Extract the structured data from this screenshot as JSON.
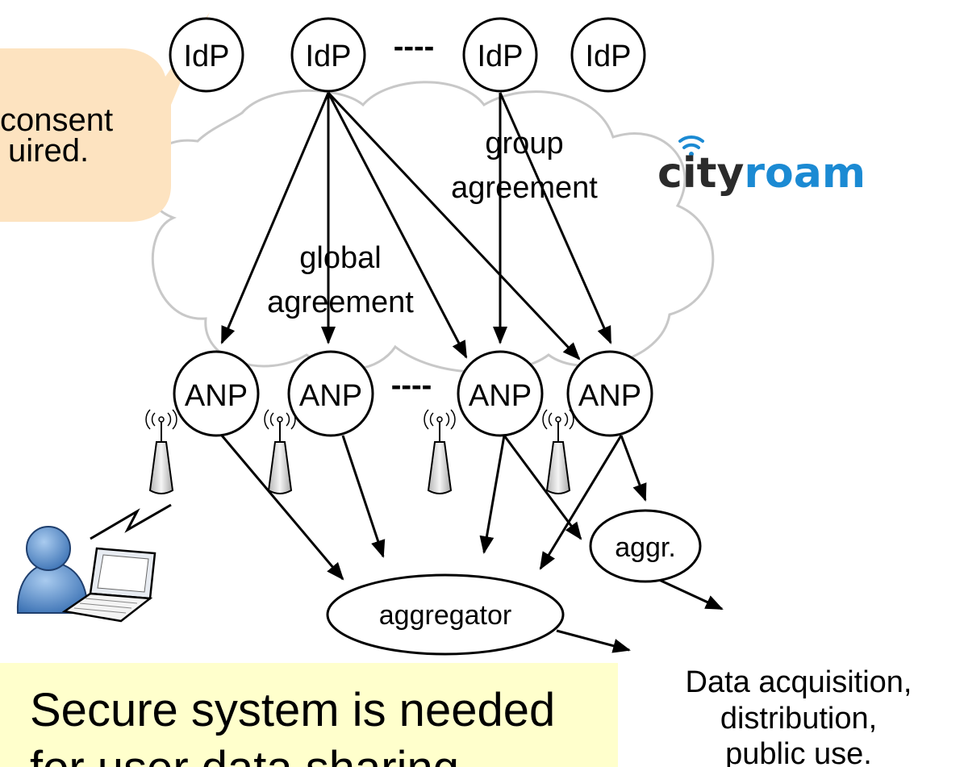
{
  "callout": {
    "lines": [
      "consent",
      "uired."
    ],
    "fill": "#fde3c0"
  },
  "note": {
    "lines": [
      "Secure system is needed",
      "for user data sharing"
    ],
    "fill": "#ffffcc"
  },
  "logo": {
    "part1": "city",
    "part2": "roam",
    "accent": "#1b8ad3"
  },
  "idps": [
    "IdP",
    "IdP",
    "IdP",
    "IdP"
  ],
  "anps": [
    "ANP",
    "ANP",
    "ANP",
    "ANP"
  ],
  "ellipsis": "----",
  "cloud_labels": {
    "group": [
      "group",
      "agreement"
    ],
    "global": [
      "global",
      "agreement"
    ]
  },
  "aggregator_label": "aggregator",
  "aggr_label": "aggr.",
  "output_lines": [
    "Data acquisition,",
    "distribution,",
    "public use."
  ]
}
